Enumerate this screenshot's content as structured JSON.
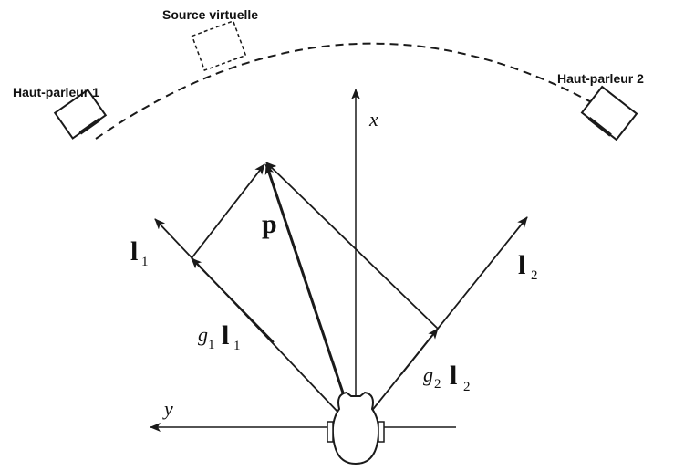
{
  "labels": {
    "virtual_source": "Source virtuelle",
    "speaker1": "Haut-parleur 1",
    "speaker2": "Haut-parleur 2",
    "x_axis": "x",
    "y_axis": "y",
    "vec_p": "p",
    "vec_l": "l",
    "gain_g": "g",
    "sub_1": "1",
    "sub_2": "2"
  },
  "colors": {
    "ink": "#1a1a1a",
    "background": "#ffffff"
  }
}
